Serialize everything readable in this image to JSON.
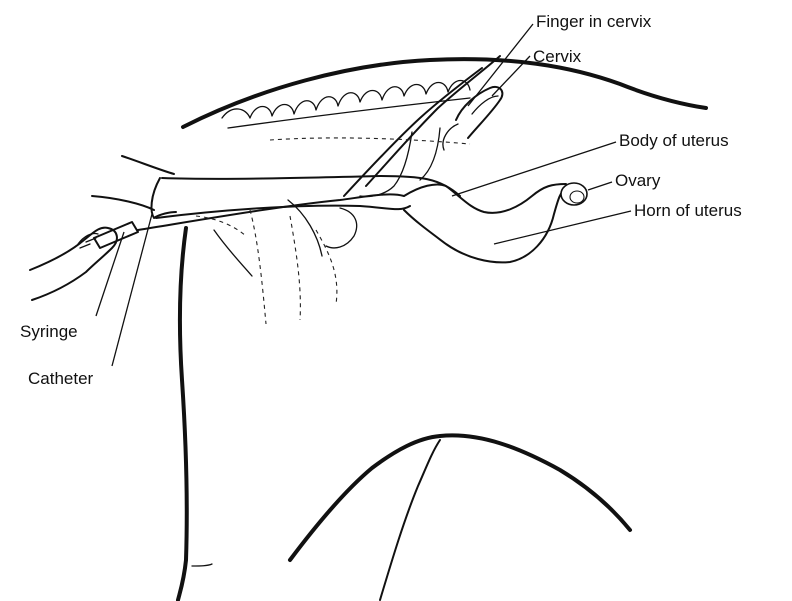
{
  "labels": {
    "finger_in_cervix": "Finger in cervix",
    "cervix": "Cervix",
    "body_of_uterus": "Body of uterus",
    "ovary": "Ovary",
    "horn_of_uterus": "Horn of uterus",
    "syringe": "Syringe",
    "catheter": "Catheter"
  }
}
